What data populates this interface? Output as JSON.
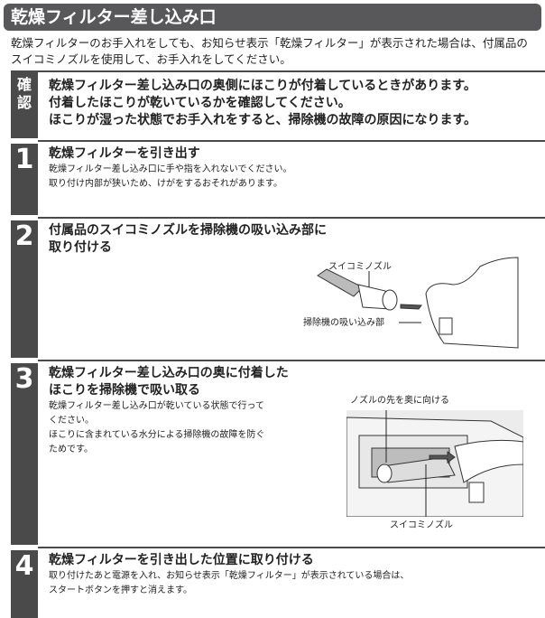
{
  "title": "乾燥フィルター差し込み口",
  "intro": [
    "乾燥フィルターのお手入れをしても、お知らせ表示「乾燥フィルター」が表示された場合は、付属品の",
    "スイコミノズルを使用して、お手入れをしてください。"
  ],
  "confirm": {
    "label": [
      "確",
      "認"
    ],
    "lines": [
      "乾燥フィルター差し込み口の奥側にほこりが付着しているときがあります。",
      "付着したほこりが乾いているかを確認してください。",
      "ほこりが湿った状態でお手入れをすると、掃除機の故障の原因になります。"
    ]
  },
  "steps": [
    {
      "number": "1",
      "heading": [
        "乾燥フィルターを引き出す"
      ],
      "text": [
        "乾燥フィルター差し込み口に手や指を入れないでください。",
        "取り付け内部が狭いため、けがをするおそれがあります。"
      ]
    },
    {
      "number": "2",
      "heading": [
        "付属品のスイコミノズルを掃除機の吸い込み部に",
        "取り付ける"
      ],
      "text": [],
      "labels": {
        "nozzle": "スイコミノズル",
        "intake": "掃除機の吸い込み部"
      }
    },
    {
      "number": "3",
      "heading": [
        "乾燥フィルター差し込み口の奥に付着した",
        "ほこりを掃除機で吸い取る"
      ],
      "text": [
        "乾燥フィルター差し込み口が乾いている状態で行って",
        "ください。",
        "ほこりに含まれている水分による掃除機の故障を防ぐ",
        "ためです。"
      ],
      "labels": {
        "tip": "ノズルの先を奥に向ける",
        "nozzle": "スイコミノズル"
      }
    },
    {
      "number": "4",
      "heading": [
        "乾燥フィルターを引き出した位置に取り付ける"
      ],
      "text": [
        "取り付けたあと電源を入れ、お知らせ表示「乾燥フィルター」が表示されている場合は、",
        "スタートボタンを押すと消えます。"
      ]
    }
  ]
}
